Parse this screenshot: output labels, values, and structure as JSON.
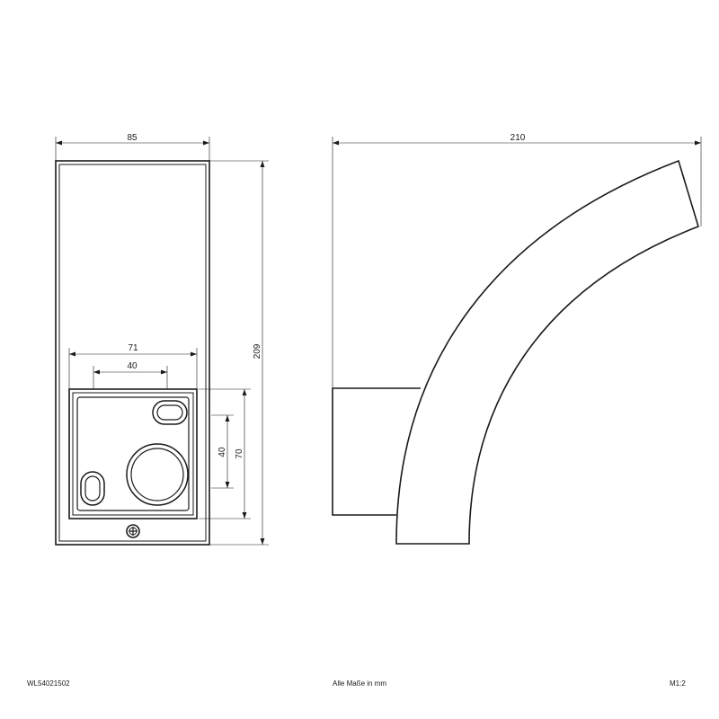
{
  "dimensions": {
    "front_width": "85",
    "front_height": "209",
    "plate_width": "71",
    "plate_inner_width": "40",
    "plate_inner_height": "40",
    "plate_height": "70",
    "side_depth": "210"
  },
  "footer": {
    "article_number": "WL54021502",
    "units_note": "Alle Maße in mm",
    "scale": "M1:2"
  }
}
